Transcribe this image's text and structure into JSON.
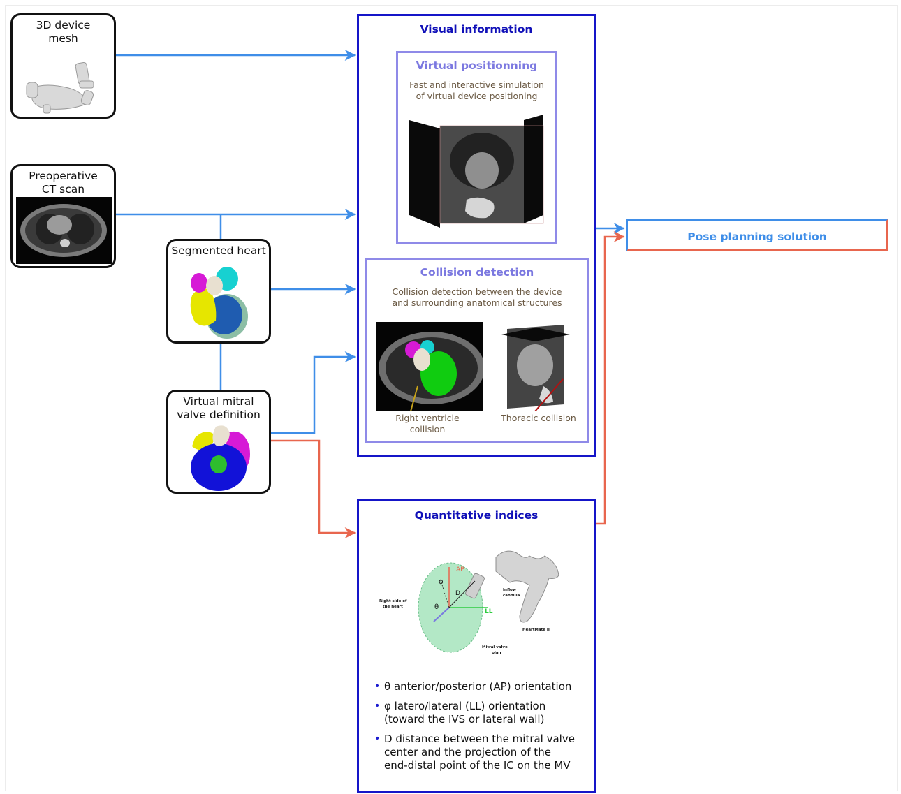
{
  "inputs": {
    "device_mesh": "3D device\nmesh",
    "ct_scan": "Preoperative\nCT scan",
    "segmented_heart": "Segmented heart",
    "mitral_valve": "Virtual mitral\nvalve definition"
  },
  "visual_info": {
    "title": "Visual information",
    "virtual_positioning": {
      "title": "Virtual positionning",
      "desc": "Fast and interactive simulation\nof virtual device positioning"
    },
    "collision": {
      "title": "Collision detection",
      "desc": "Collision detection between the device\nand surrounding anatomical structures",
      "left_caption": "Right ventricle\ncollision",
      "right_caption": "Thoracic collision"
    }
  },
  "quantitative": {
    "title": "Quantitative indices",
    "figure_labels": {
      "ap": "AP",
      "ll": "LL",
      "phi": "φ",
      "theta": "θ",
      "d": "D",
      "right_side": "Right side of\nthe heart",
      "inflow": "Inflow\ncannula",
      "heartmate": "HeartMate II",
      "mv_plan": "Mitral valve\nplan"
    },
    "bullets": [
      "θ anterior/posterior (AP) orientation",
      "φ latero/lateral (LL) orientation\n(toward the IVS or lateral wall)",
      "D distance between the mitral valve\ncenter and the projection of the\nend-distal point of the IC on the MV"
    ]
  },
  "output": {
    "label": "Pose planning solution"
  },
  "colors": {
    "blue_flow": "#3f8ee8",
    "red_flow": "#e8664e",
    "panel_border": "#1515c8",
    "sub_border": "#8f8ae8"
  },
  "icons": [
    "device-mesh-icon",
    "ct-scan-icon",
    "heart-icon",
    "mitral-valve-icon"
  ]
}
